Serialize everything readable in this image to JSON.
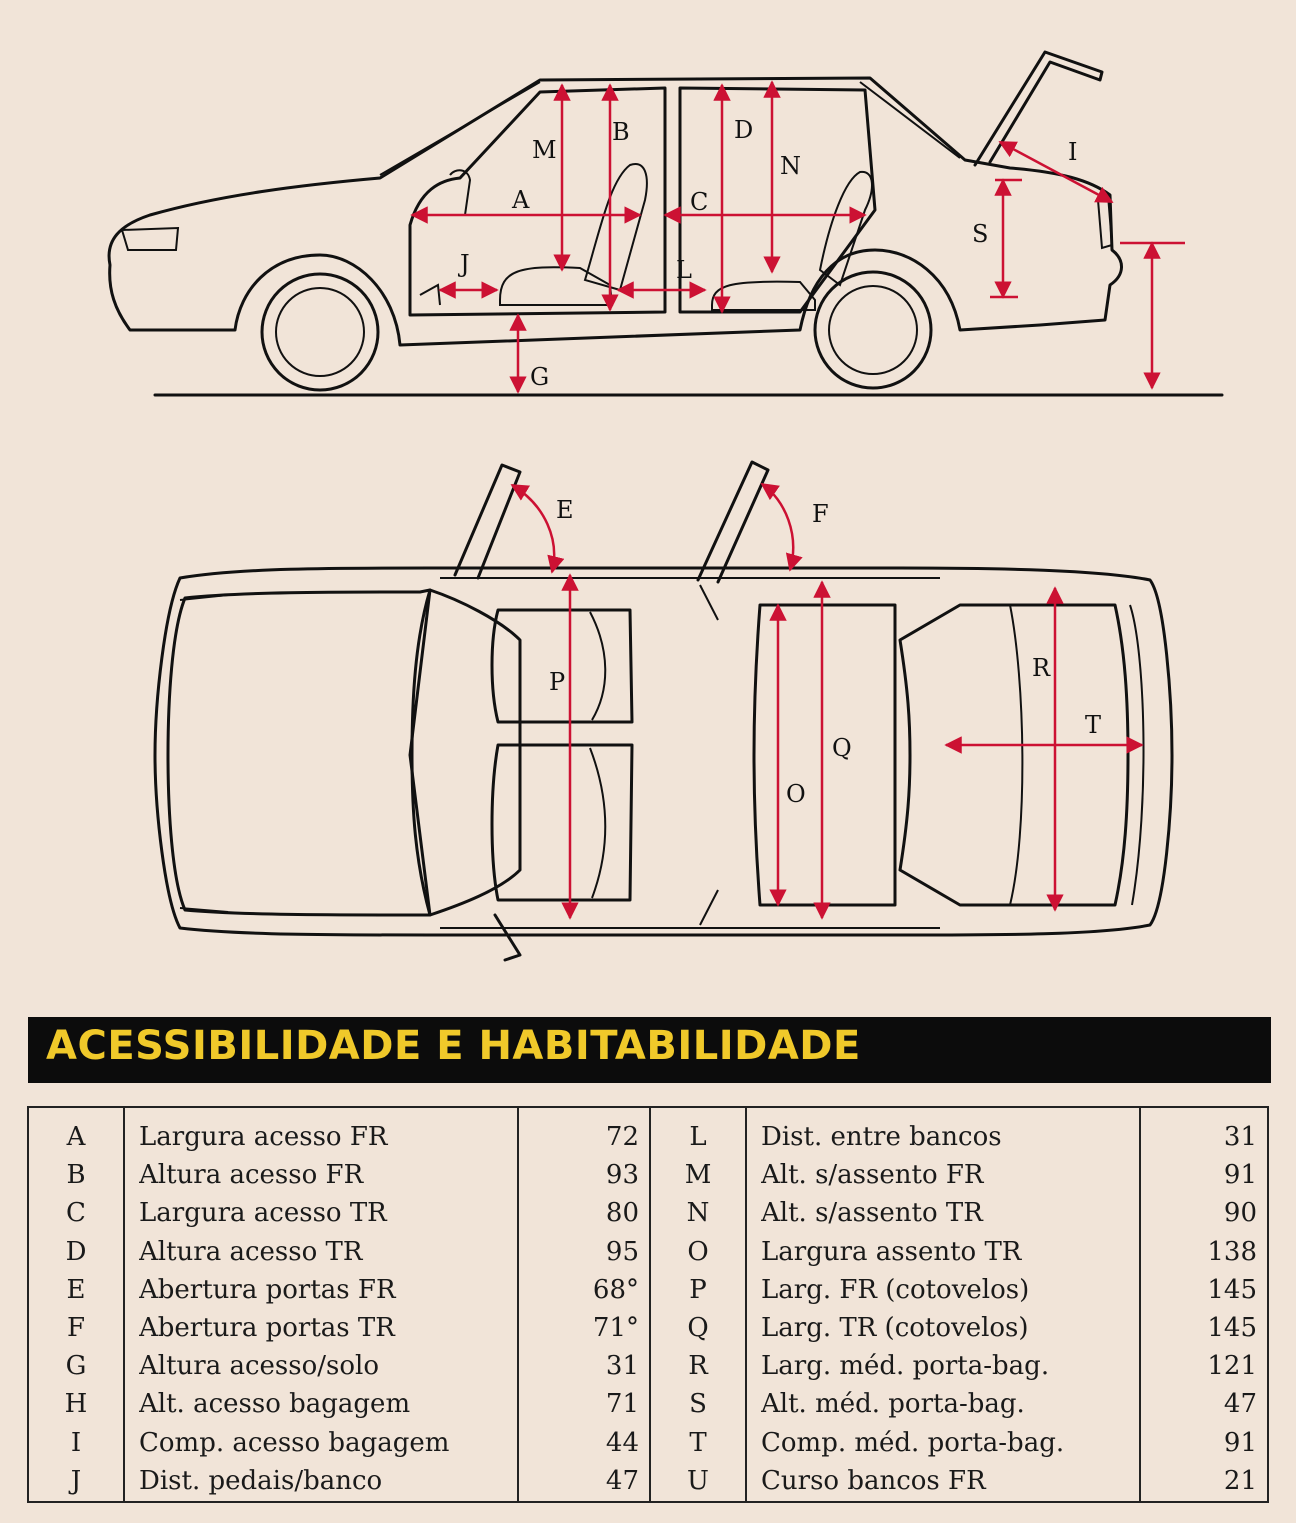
{
  "title": "ACESSIBILIDADE E HABITABILIDADE",
  "colors": {
    "dimension_lines": "#cc1133",
    "title_text": "#f0c92a",
    "title_background": "#0c0c0c",
    "paper": "#f1e4d8"
  },
  "diagram_labels": {
    "side": [
      "A",
      "B",
      "C",
      "D",
      "G",
      "I",
      "J",
      "L",
      "M",
      "N",
      "S"
    ],
    "top": [
      "E",
      "F",
      "O",
      "P",
      "Q",
      "R",
      "T"
    ]
  },
  "table": {
    "left": [
      {
        "letter": "A",
        "desc": "Largura acesso FR",
        "value": "72"
      },
      {
        "letter": "B",
        "desc": "Altura acesso FR",
        "value": "93"
      },
      {
        "letter": "C",
        "desc": "Largura acesso TR",
        "value": "80"
      },
      {
        "letter": "D",
        "desc": "Altura acesso TR",
        "value": "95"
      },
      {
        "letter": "E",
        "desc": "Abertura portas FR",
        "value": "68°"
      },
      {
        "letter": "F",
        "desc": "Abertura portas TR",
        "value": "71°"
      },
      {
        "letter": "G",
        "desc": "Altura acesso/solo",
        "value": "31"
      },
      {
        "letter": "H",
        "desc": "Alt. acesso bagagem",
        "value": "71"
      },
      {
        "letter": "I",
        "desc": "Comp. acesso bagagem",
        "value": "44"
      },
      {
        "letter": "J",
        "desc": "Dist. pedais/banco",
        "value": "47"
      }
    ],
    "right": [
      {
        "letter": "L",
        "desc": "Dist. entre bancos",
        "value": "31"
      },
      {
        "letter": "M",
        "desc": "Alt. s/assento FR",
        "value": "91"
      },
      {
        "letter": "N",
        "desc": "Alt. s/assento TR",
        "value": "90"
      },
      {
        "letter": "O",
        "desc": "Largura assento TR",
        "value": "138"
      },
      {
        "letter": "P",
        "desc": "Larg. FR (cotovelos)",
        "value": "145"
      },
      {
        "letter": "Q",
        "desc": "Larg. TR (cotovelos)",
        "value": "145"
      },
      {
        "letter": "R",
        "desc": "Larg. méd. porta-bag.",
        "value": "121"
      },
      {
        "letter": "S",
        "desc": "Alt. méd. porta-bag.",
        "value": "47"
      },
      {
        "letter": "T",
        "desc": "Comp. méd. porta-bag.",
        "value": "91"
      },
      {
        "letter": "U",
        "desc": "Curso bancos FR",
        "value": "21"
      }
    ]
  }
}
